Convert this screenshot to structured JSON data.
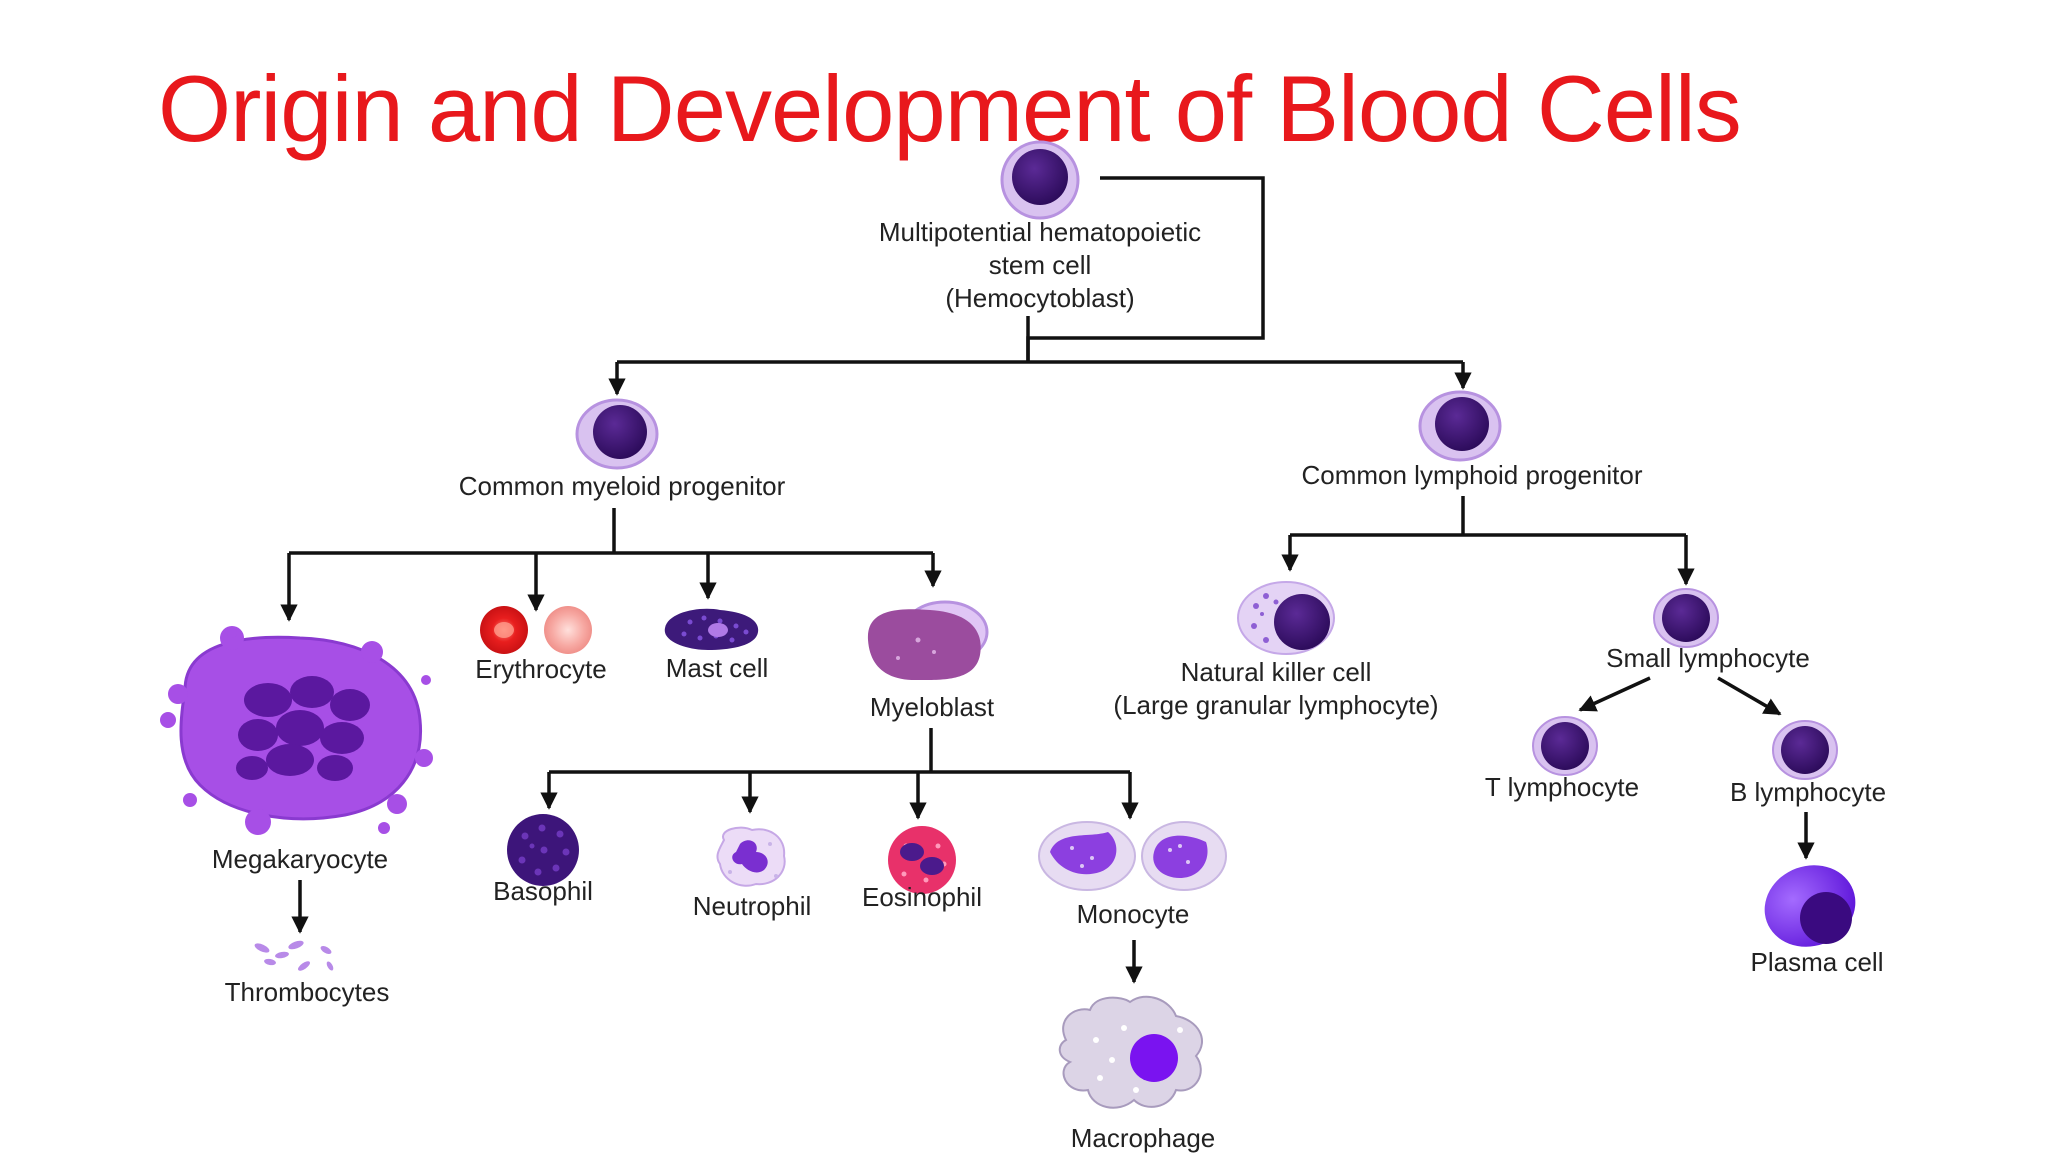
{
  "title": "Origin and Development of Blood Cells",
  "colors": {
    "title": "#e8181c",
    "nucleus": "#3a0f6e",
    "membrane": "#c9a3e8",
    "cytoplasm_pale": "#d9c2f0",
    "megakaryocyte": "#a74fe6",
    "erythrocyte": "#e4181c",
    "eosinophil_granules": "#e8316a",
    "line": "#111111"
  },
  "cells": {
    "stem_line1": "Multipotential hematopoietic",
    "stem_line2": "stem cell",
    "stem_line3": "(Hemocytoblast)",
    "myeloid": "Common myeloid progenitor",
    "lymphoid": "Common lymphoid progenitor",
    "megakaryocyte": "Megakaryocyte",
    "thrombocytes": "Thrombocytes",
    "erythrocyte": "Erythrocyte",
    "mast_cell": "Mast cell",
    "myeloblast": "Myeloblast",
    "basophil": "Basophil",
    "neutrophil": "Neutrophil",
    "eosinophil": "Eosinophil",
    "monocyte": "Monocyte",
    "macrophage": "Macrophage",
    "nk_line1": "Natural killer cell",
    "nk_line2": "(Large granular lymphocyte)",
    "small_lymphocyte": "Small lymphocyte",
    "t_lymphocyte": "T lymphocyte",
    "b_lymphocyte": "B lymphocyte",
    "plasma_cell": "Plasma cell"
  },
  "icons": [
    "stem-cell-icon",
    "myeloid-progenitor-icon",
    "lymphoid-progenitor-icon",
    "megakaryocyte-icon",
    "thrombocytes-icon",
    "erythrocyte-icon",
    "mast-cell-icon",
    "myeloblast-icon",
    "basophil-icon",
    "neutrophil-icon",
    "eosinophil-icon",
    "monocyte-icon",
    "macrophage-icon",
    "nk-cell-icon",
    "small-lymphocyte-icon",
    "t-lymphocyte-icon",
    "b-lymphocyte-icon",
    "plasma-cell-icon"
  ]
}
